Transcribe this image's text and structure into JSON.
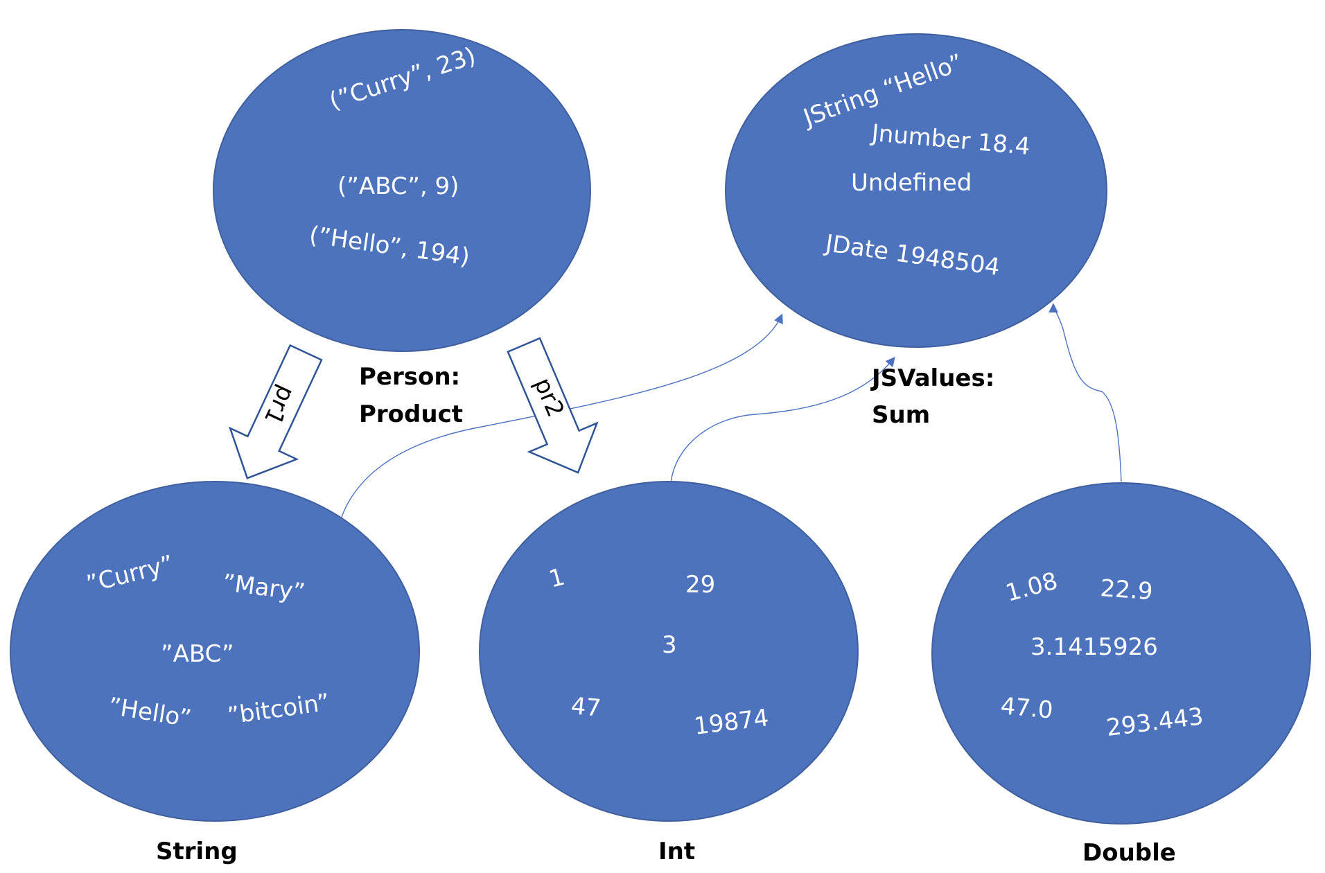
{
  "colors": {
    "node_fill": "#4e73bd",
    "node_text": "#ffffff",
    "label_text": "#000000",
    "connector": "#4a72c0",
    "block_arrow_stroke": "#2f5597"
  },
  "nodes": {
    "person": {
      "label_line1": "Person:",
      "label_line2": "Product",
      "values": [
        "(”Curry”, 23)",
        "(”ABC”, 9)",
        "(”Hello”, 194)"
      ]
    },
    "jsvalues": {
      "label_line1": "JSValues:",
      "label_line2": "Sum",
      "values": [
        "JString “Hello”",
        "Jnumber 18.4",
        "Undefined",
        "JDate 1948504"
      ]
    },
    "string": {
      "label": "String",
      "values": [
        "”Curry”",
        "”Mary”",
        "”ABC”",
        "”Hello”",
        "”bitcoin”"
      ]
    },
    "int": {
      "label": "Int",
      "values": [
        "1",
        "29",
        "3",
        "47",
        "19874"
      ]
    },
    "double": {
      "label": "Double",
      "values": [
        "1.08",
        "22.9",
        "3.1415926",
        "47.0",
        "293.443"
      ]
    }
  },
  "projections": {
    "pr1": "pr1",
    "pr2": "pr2"
  },
  "edges": [
    {
      "from": "string",
      "to": "jsvalues"
    },
    {
      "from": "int",
      "to": "jsvalues"
    },
    {
      "from": "double",
      "to": "jsvalues"
    },
    {
      "from": "person",
      "to": "string",
      "label": "pr1"
    },
    {
      "from": "person",
      "to": "int",
      "label": "pr2"
    }
  ]
}
